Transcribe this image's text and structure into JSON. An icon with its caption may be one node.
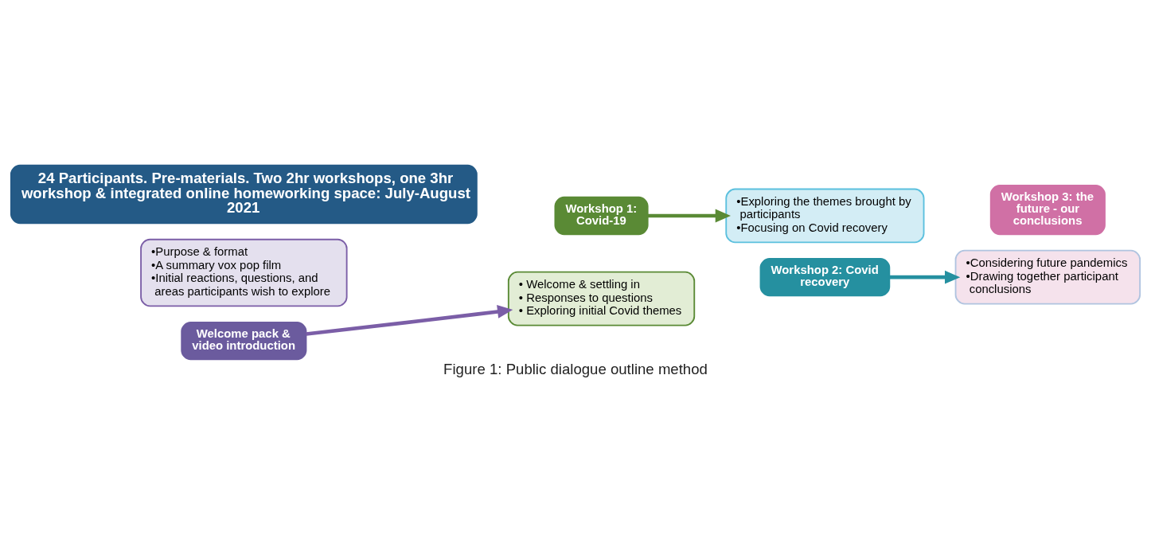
{
  "diagram": {
    "caption": "Figure 1: Public dialogue outline method",
    "nodes": [
      {
        "text": [
          "24 Participants. Pre-materials. Two 2hr workshops, one 3hr workshop & integrated online homeworking space: July-August 2021"
        ]
      },
      {
        "text": [
          "•Purpose & format",
          "•A summary vox pop film",
          "•Initial reactions, questions, and areas participants wish to explore"
        ]
      },
      {
        "text": [
          "Welcome pack & video introduction"
        ]
      },
      {
        "text": [
          "Workshop 1: Covid-19"
        ]
      },
      {
        "text": [
          "• Welcome & settling in",
          "• Responses to questions",
          "• Exploring initial Covid themes"
        ]
      },
      {
        "text": [
          "•Exploring the themes brought by participants",
          "•Focusing on Covid recovery"
        ]
      },
      {
        "text": [
          "Workshop 2: Covid recovery"
        ]
      },
      {
        "text": [
          "Workshop 3: the future - our conclusions"
        ]
      },
      {
        "text": [
          "•Considering future pandemics",
          "•Drawing together participant conclusions"
        ]
      }
    ],
    "edges": [
      {
        "from": 2,
        "to": 4,
        "arrow": "to",
        "color": "#7b5ea7"
      },
      {
        "from": 3,
        "to": 5,
        "arrow": "to",
        "color": "#5a8a35"
      },
      {
        "from": 6,
        "to": 8,
        "arrow": "to",
        "color": "#2590a0"
      }
    ]
  }
}
